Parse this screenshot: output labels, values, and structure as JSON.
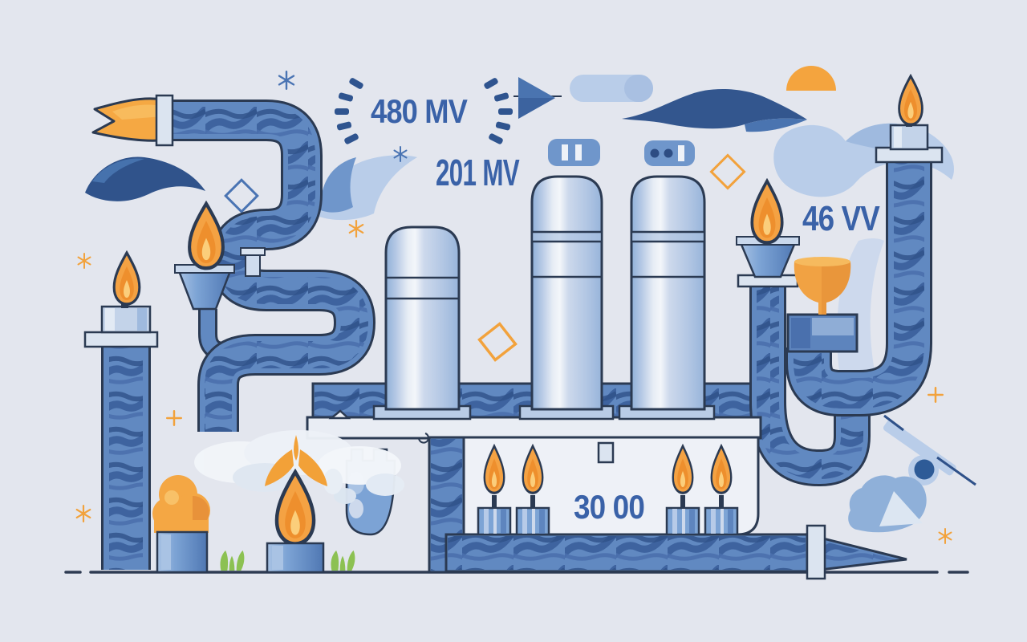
{
  "scene": {
    "description": "Flat vector illustration of a gas pipeline network with burning flares, storage tanks and meter readings",
    "background_color": "#e3e6ee",
    "readings": {
      "meter_top": "480 MV",
      "meter_mid": "201 MV",
      "meter_right": "46 VV",
      "meter_panel": "30 00"
    },
    "palette": {
      "pipe_blue": "#6189c1",
      "pipe_texture_dark": "#3a5f9c",
      "pipe_texture_deep": "#2f5188",
      "outline_navy": "#2b3a52",
      "tank_light_blue": "#c6d4e8",
      "flame_orange": "#f4a243",
      "flame_deep_orange": "#ee8f2d",
      "flame_core": "#fbce7b",
      "label_blue": "#3a62a8",
      "cloud_navy": "#33568e",
      "accent_light_blue": "#b9cde9",
      "panel_white": "#eef1f7",
      "plant_green": "#8cc152"
    },
    "objects": [
      "flame-arrow-outlet",
      "serpentine-pipe",
      "candle-pipe-left",
      "torch-left",
      "storage-tank-small",
      "storage-tank-tall-1",
      "storage-tank-tall-2",
      "valve-badge-bars",
      "valve-badge-dots",
      "platform",
      "meter-panel",
      "panel-candles",
      "torch-right",
      "trophy",
      "candle-pipe-right",
      "spear-pipe",
      "smoke-cloud",
      "ornate-candle",
      "orange-mound",
      "sprouts",
      "half-sun",
      "wave-cloud",
      "wrench-shape",
      "paper-plane-arrow",
      "capsule",
      "excavator-shape",
      "sparkles",
      "diamonds",
      "ground-line"
    ]
  }
}
